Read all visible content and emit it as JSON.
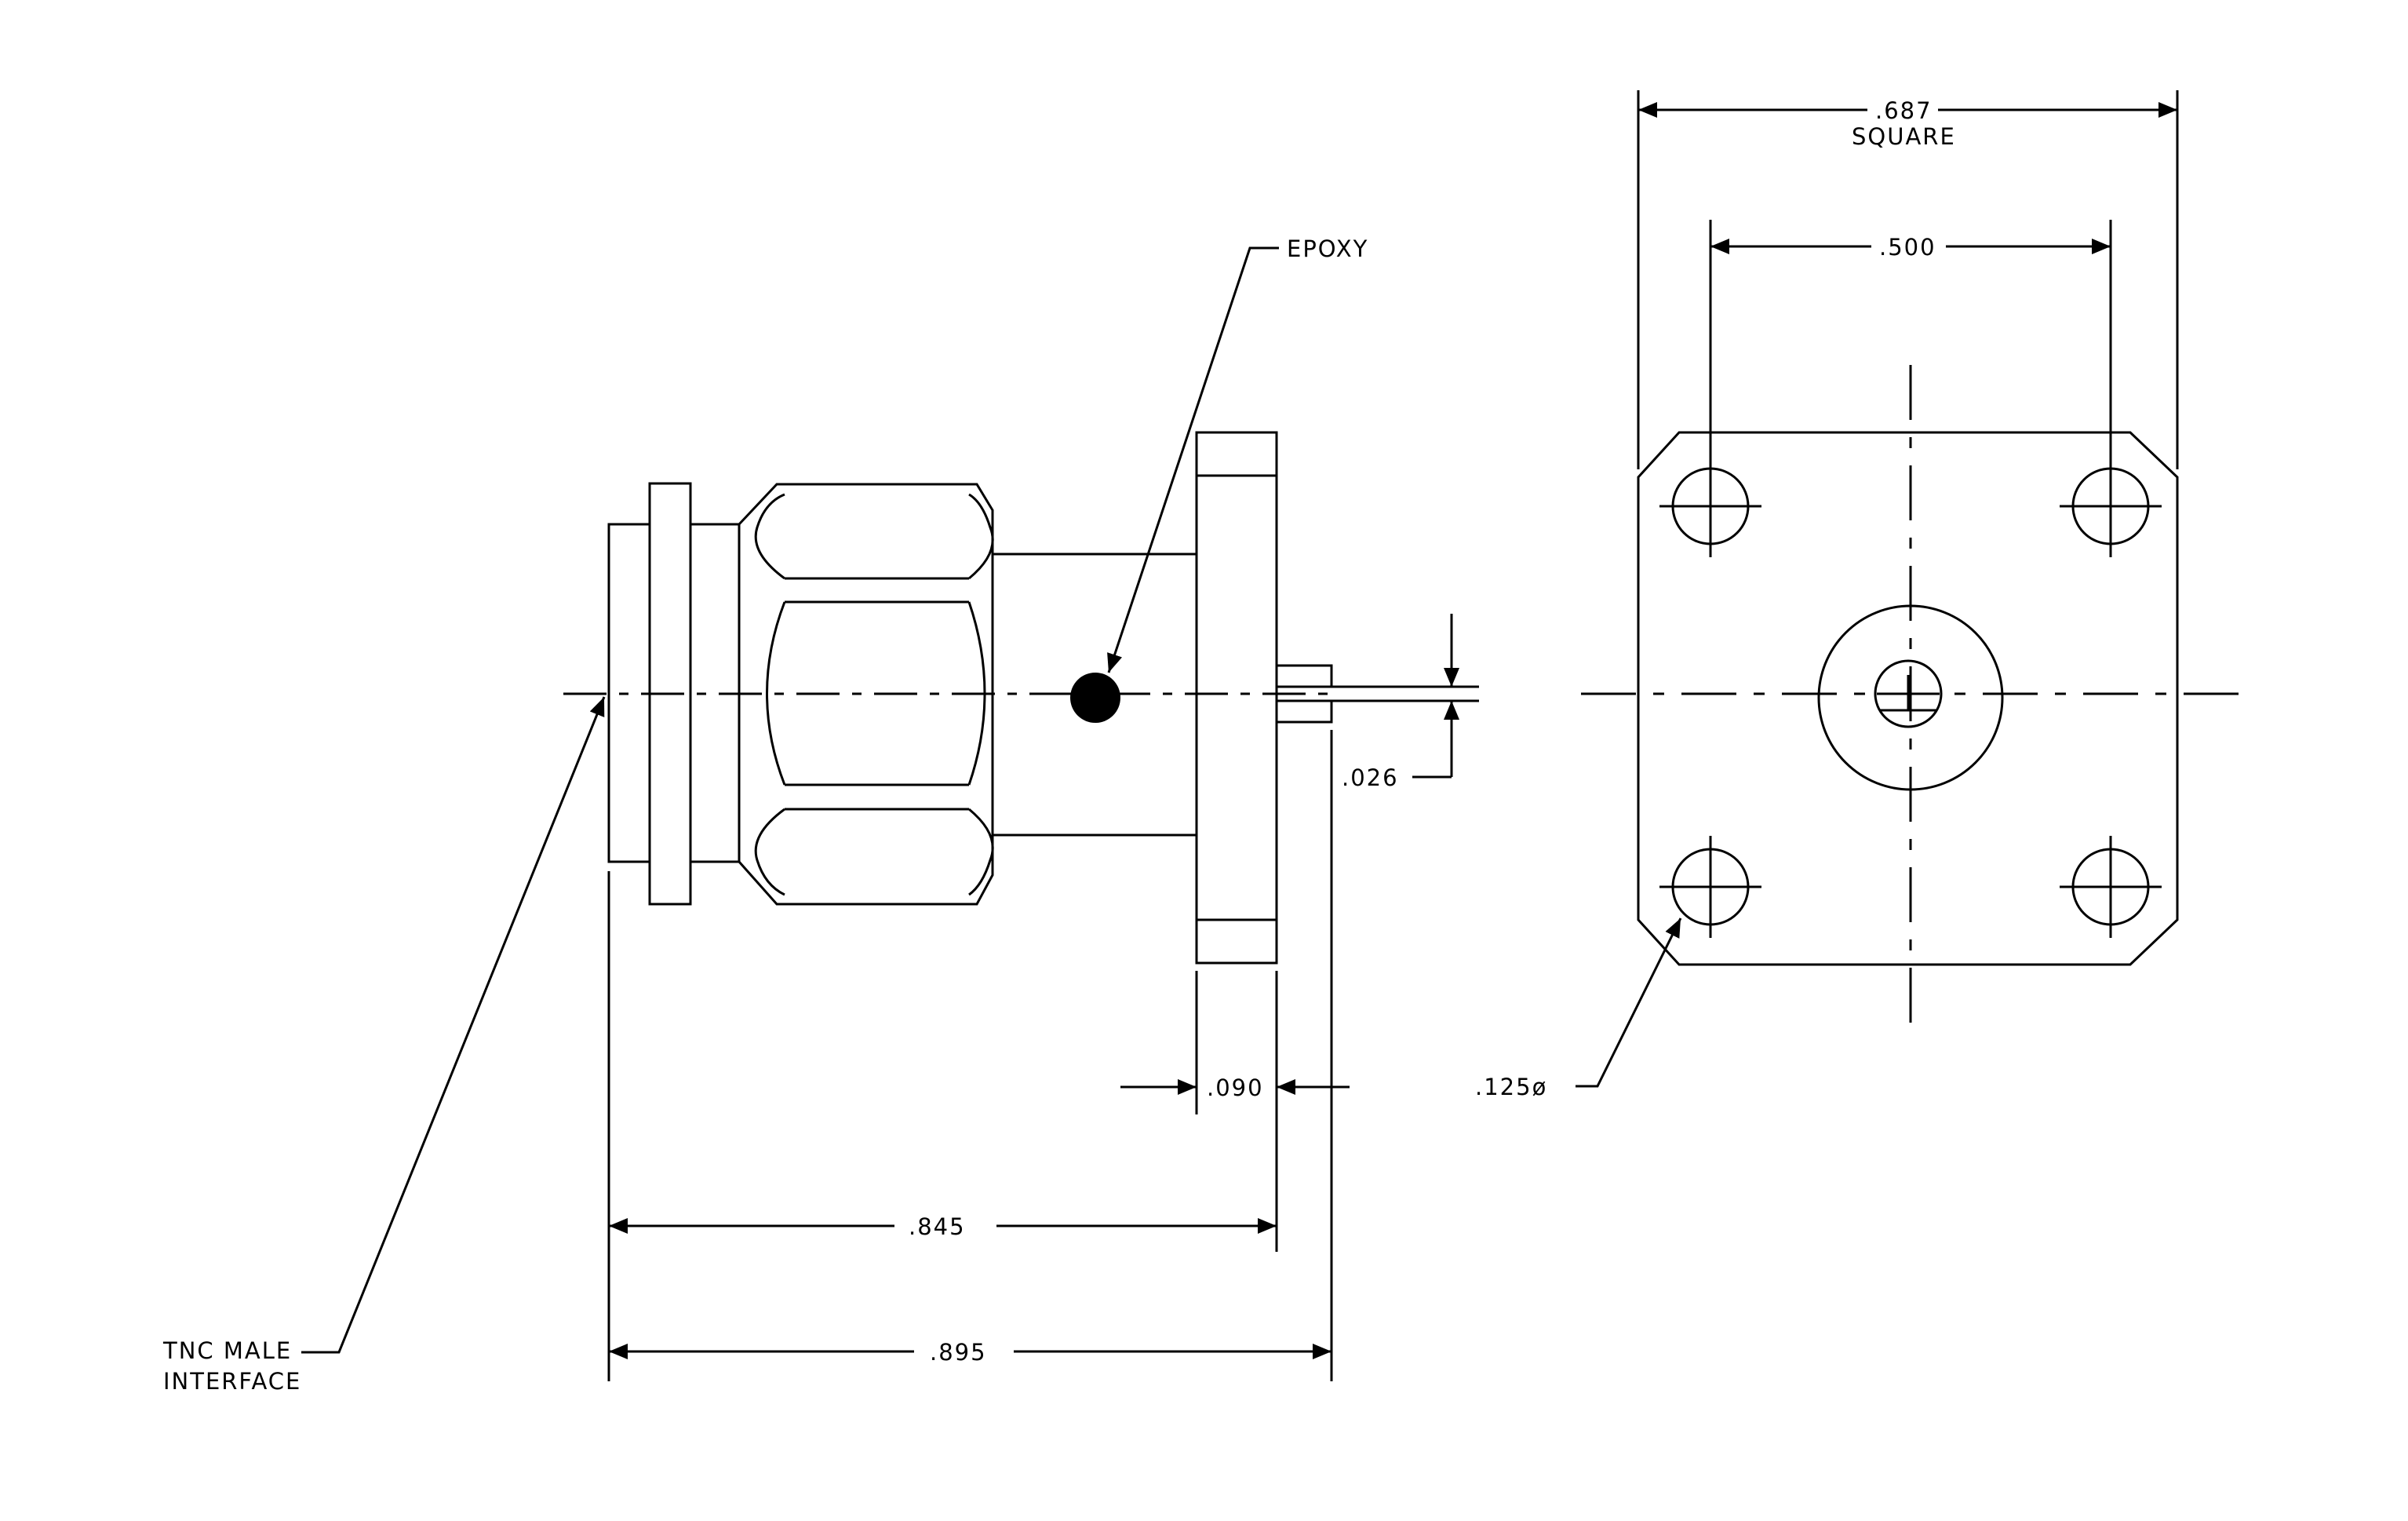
{
  "labels": {
    "epoxy": "EPOXY",
    "interface_line1": "TNC MALE",
    "interface_line2": "INTERFACE"
  },
  "dimensions": {
    "flange_square": ".687",
    "flange_square_note": "SQUARE",
    "hole_spacing": ".500",
    "pin_diameter": ".026",
    "flange_thickness": ".090",
    "body_length": ".845",
    "overall_length": ".895",
    "hole_diameter": ".125ø"
  },
  "colors": {
    "line": "#000000",
    "background": "#ffffff"
  }
}
